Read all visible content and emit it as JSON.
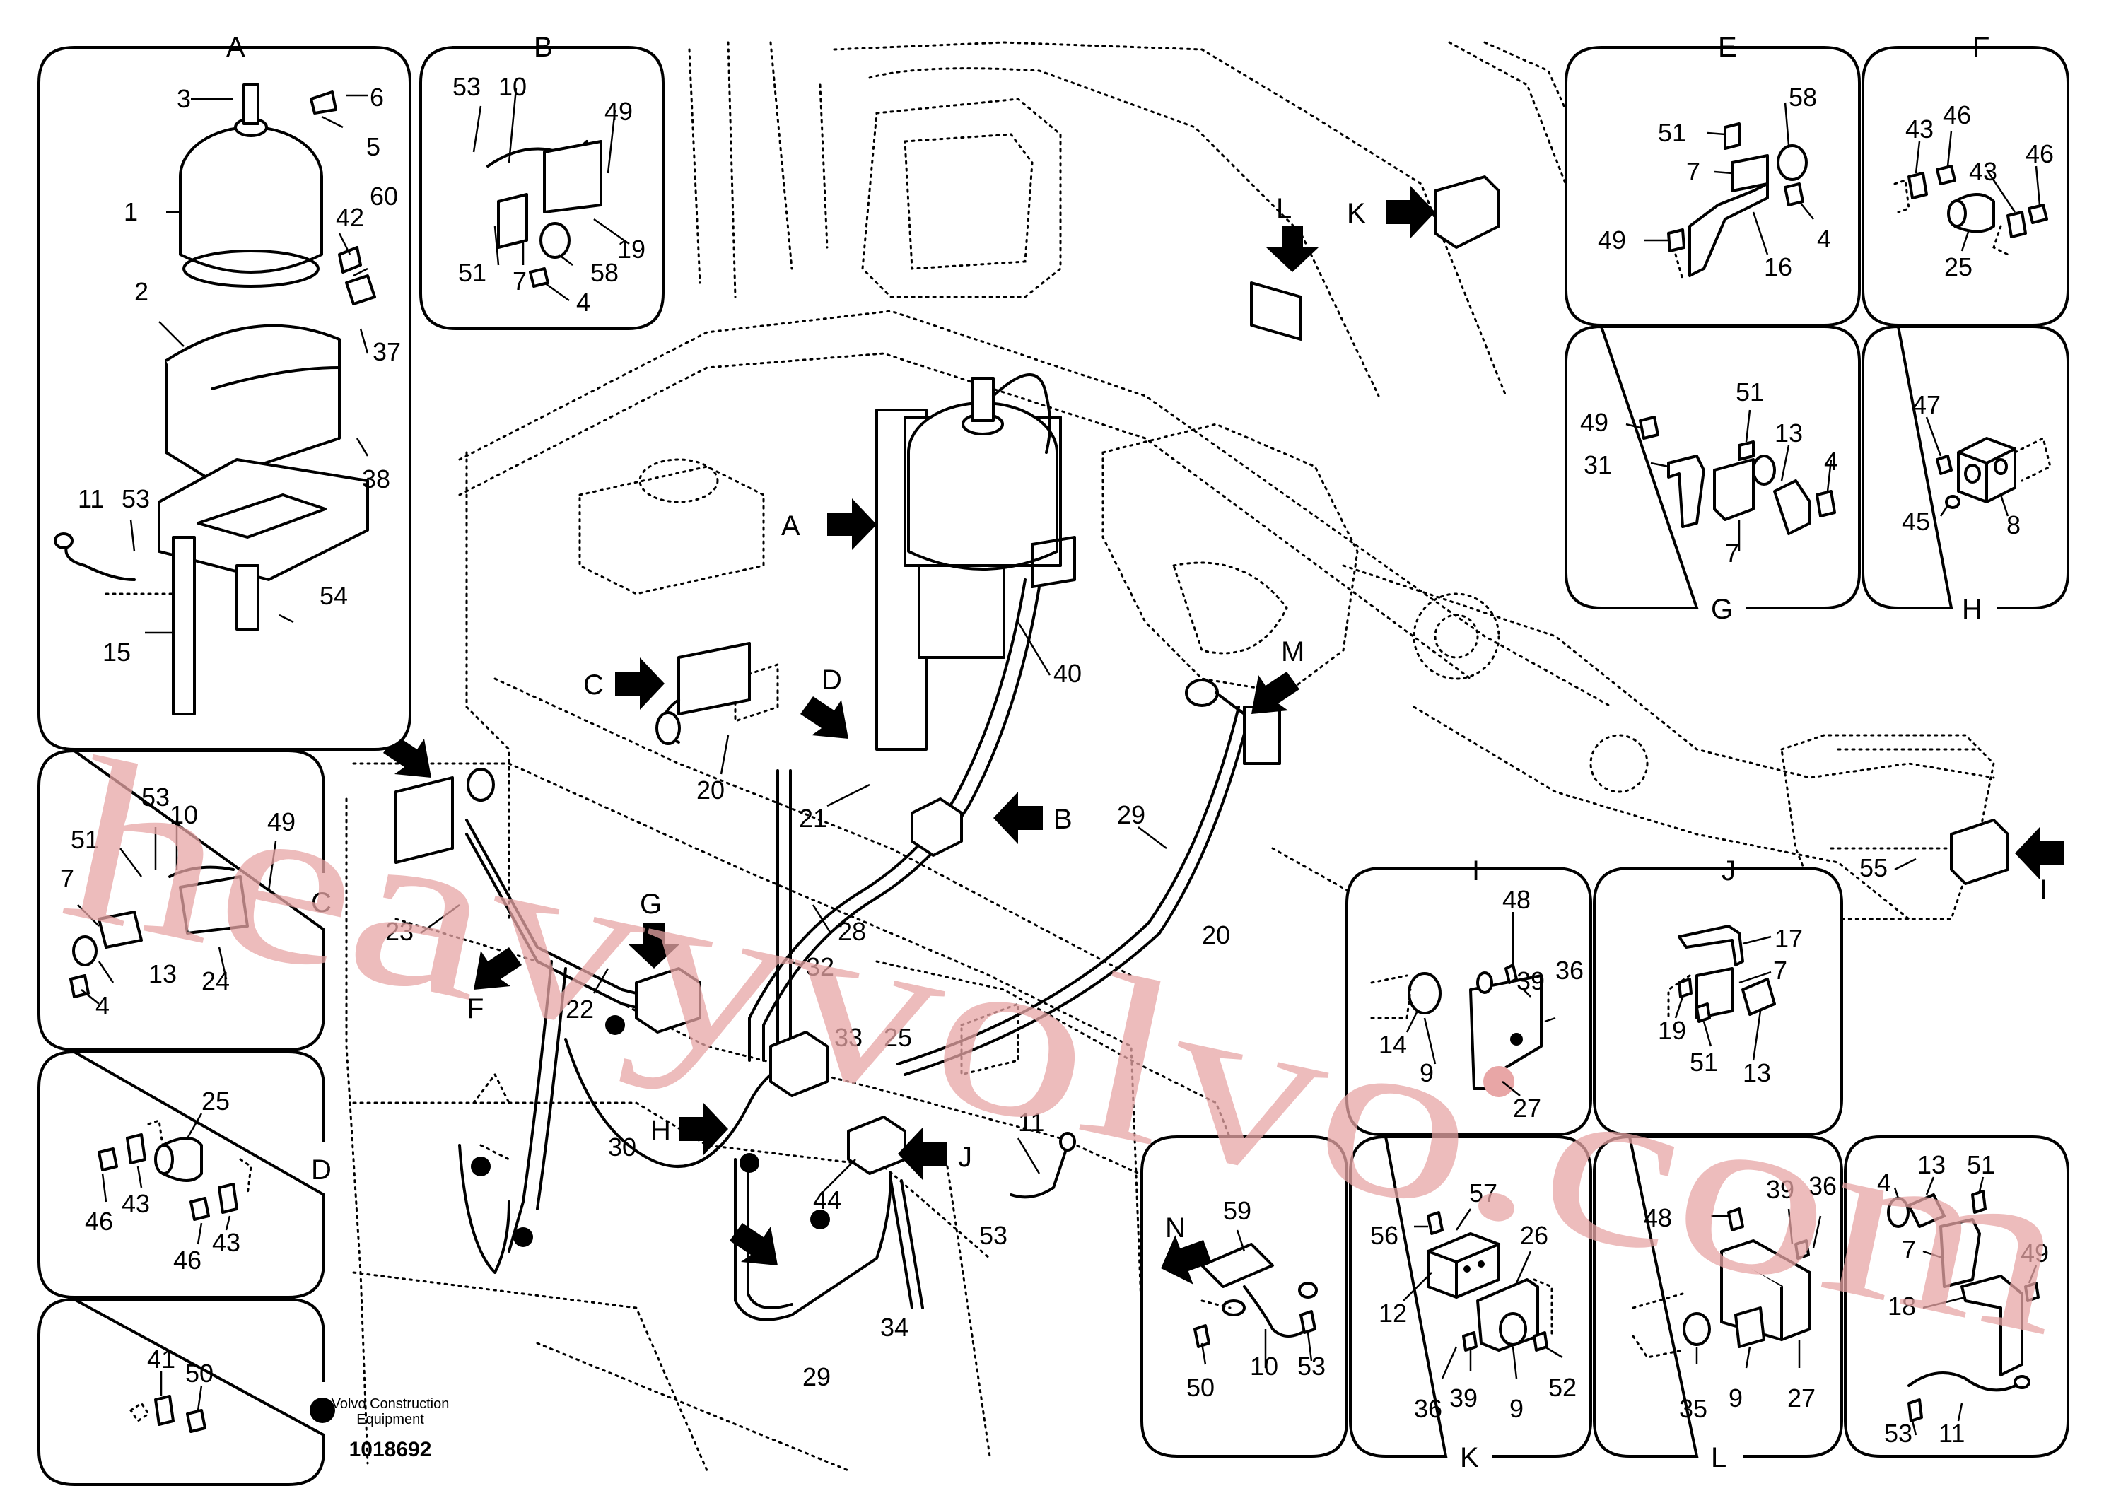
{
  "drawing": {
    "publisher_line1": "Volvo Construction",
    "publisher_line2": "Equipment",
    "drawing_number": "1018692",
    "watermark": "heavyvolvo.com"
  },
  "panels": [
    {
      "letter": "A",
      "labels": [
        "3",
        "6",
        "5",
        "1",
        "2",
        "42",
        "60",
        "37",
        "38",
        "11",
        "53",
        "54",
        "15"
      ]
    },
    {
      "letter": "B",
      "labels": [
        "53",
        "10",
        "49",
        "19",
        "51",
        "7",
        "58",
        "4"
      ]
    },
    {
      "letter": "C",
      "labels": [
        "53",
        "10",
        "51",
        "49",
        "7",
        "13",
        "24",
        "4"
      ]
    },
    {
      "letter": "D",
      "labels": [
        "25",
        "46",
        "43",
        "46",
        "43"
      ]
    },
    {
      "letter": "",
      "labels": [
        "41",
        "50"
      ]
    },
    {
      "letter": "E",
      "labels": [
        "58",
        "51",
        "7",
        "49",
        "16",
        "4"
      ]
    },
    {
      "letter": "F",
      "labels": [
        "46",
        "43",
        "46",
        "43",
        "25"
      ]
    },
    {
      "letter": "G",
      "labels": [
        "51",
        "49",
        "13",
        "31",
        "4",
        "7"
      ]
    },
    {
      "letter": "H",
      "labels": [
        "47",
        "45",
        "8"
      ]
    },
    {
      "letter": "I",
      "labels": [
        "48",
        "39",
        "36",
        "14",
        "9",
        "27"
      ]
    },
    {
      "letter": "J",
      "labels": [
        "17",
        "7",
        "19",
        "51",
        "13"
      ]
    },
    {
      "letter": "",
      "labels": [
        "59",
        "50",
        "10",
        "53"
      ]
    },
    {
      "letter": "K",
      "labels": [
        "57",
        "26",
        "56",
        "12",
        "36",
        "39",
        "9",
        "52"
      ]
    },
    {
      "letter": "L",
      "labels": [
        "48",
        "39",
        "36",
        "9",
        "35",
        "27"
      ]
    },
    {
      "letter": "",
      "labels": [
        "4",
        "13",
        "51",
        "7",
        "49",
        "18",
        "53",
        "11"
      ]
    }
  ],
  "main_callouts": [
    "A",
    "B",
    "C",
    "D",
    "E",
    "F",
    "G",
    "H",
    "I",
    "J",
    "K",
    "L",
    "M",
    "N"
  ],
  "main_labels": [
    "40",
    "20",
    "21",
    "29",
    "28",
    "32",
    "23",
    "22",
    "33",
    "25",
    "30",
    "44",
    "34",
    "29",
    "11",
    "53",
    "55",
    "20"
  ]
}
